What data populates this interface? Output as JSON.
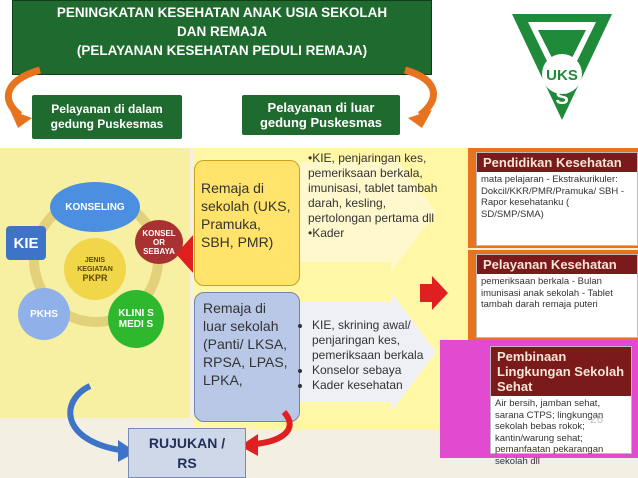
{
  "title": {
    "line1": "PENINGKATAN KESEHATAN ANAK USIA SEKOLAH",
    "line2": "DAN REMAJA",
    "line3": "(PELAYANAN KESEHATAN PEDULI REMAJA)"
  },
  "inside": {
    "line1": "Pelayanan di dalam",
    "line2": "gedung Puskesmas"
  },
  "outside": {
    "line1": "Pelayanan di luar",
    "line2": "gedung Puskesmas"
  },
  "logo": {
    "text": "UKS",
    "letter": "S"
  },
  "cycle": {
    "konseling": "KONSELING",
    "konselor": "KONSEL OR SEBAYA",
    "klinis": "KLINI S MEDI S",
    "pkhs": "PKHS",
    "kie": "KIE",
    "center_line1": "JENIS",
    "center_line2": "KEGIATAN",
    "center_line3": "PKPR"
  },
  "remaja_sekolah": "Remaja di sekolah (UKS, Pramuka, SBH, PMR)",
  "remaja_luar": "Remaja di luar sekolah (Panti/ LKSA, RPSA, LPAS, LPKA,",
  "list_sekolah": "•KIE, penjaringan kes, pemeriksaan berkala, imunisasi, tablet tambah darah, kesling, pertolongan pertama dll",
  "list_sekolah_tail": "•Kader",
  "list_luar": [
    "KIE, skrining awal/ penjaringan kes, pemeriksaan berkala",
    "Konselor sebaya",
    "Kader kesehatan"
  ],
  "pendidikan": {
    "head": "Pendidikan Kesehatan",
    "text": "mata pelajaran - Ekstrakurikuler: Dokcil/KKR/PMR/Pramuka/ SBH - Rapor kesehatanku ( SD/SMP/SMA)"
  },
  "pelayanan": {
    "head": "Pelayanan Kesehatan",
    "text": "pemeriksaan berkala - Bulan imunisasi anak sekolah - Tablet tambah darah remaja puteri"
  },
  "pembinaan": {
    "head": "Pembinaan Lingkungan Sekolah Sehat",
    "text": "Air bersih, jamban sehat, sarana CTPS; lingkungan sekolah bebas rokok; kantin/warung sehat; pemanfaatan pekarangan sekolah dll"
  },
  "page_number": "26",
  "rujukan": {
    "line1": "RUJUKAN /",
    "line2": "RS"
  },
  "colors": {
    "green": "#1f6a2e",
    "orange": "#e8731e",
    "magenta": "#e24bd0",
    "red": "#e02020"
  }
}
